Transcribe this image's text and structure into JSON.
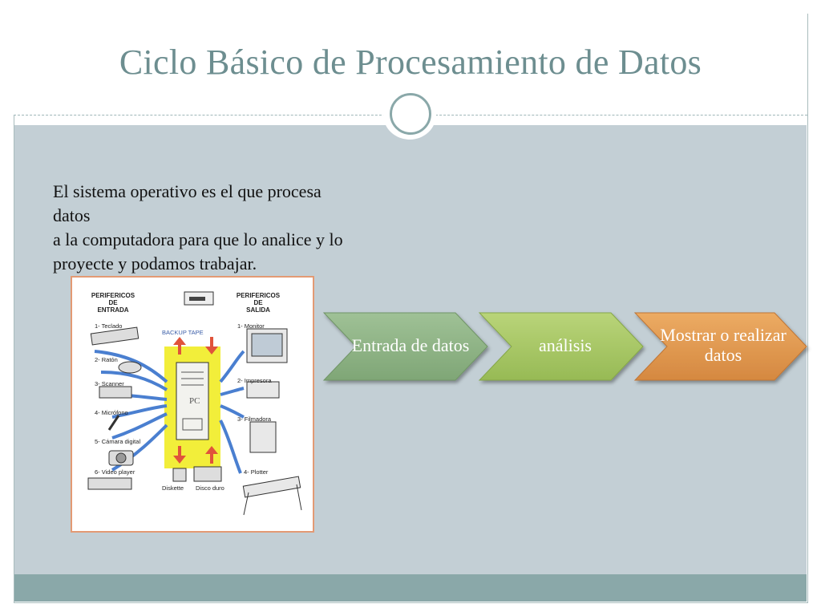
{
  "slide": {
    "title": "Ciclo Básico de Procesamiento de Datos",
    "body_lines": [
      "El sistema operativo  es el que procesa",
      "datos",
      "a la computadora  para que lo analice y lo",
      "proyecte y podamos trabajar."
    ]
  },
  "figure": {
    "input_heading": [
      "PERIFERICOS",
      "DE",
      "ENTRADA"
    ],
    "output_heading": [
      "PERIFERICOS",
      "DE",
      "SALIDA"
    ],
    "backup": "BACKUP TAPE",
    "pc": "PC",
    "inputs": [
      "1- Teclado",
      "2- Ratón",
      "3- Scanner",
      "4- Micrófono",
      "5- Cámara digital",
      "6- Video player"
    ],
    "outputs": [
      "1- Monitor",
      "2- Impresora",
      "3- Filmadora",
      "4- Plotter"
    ],
    "storage": [
      "Diskette",
      "Disco duro"
    ]
  },
  "process": {
    "steps": [
      {
        "label": "Entrada de datos",
        "color": "#8db183"
      },
      {
        "label": "análisis",
        "color": "#a8c865"
      },
      {
        "label": "Mostrar o realizar datos",
        "color": "#e29a52"
      }
    ]
  },
  "colors": {
    "title": "#6d8e90",
    "content_bg": "#c3cfd5",
    "footer": "#8aa8a9",
    "figure_border": "#e39a74",
    "pc_highlight": "#f2ee3a",
    "arrow_blue": "#4a7fd0",
    "arrow_red": "#e0533b"
  }
}
